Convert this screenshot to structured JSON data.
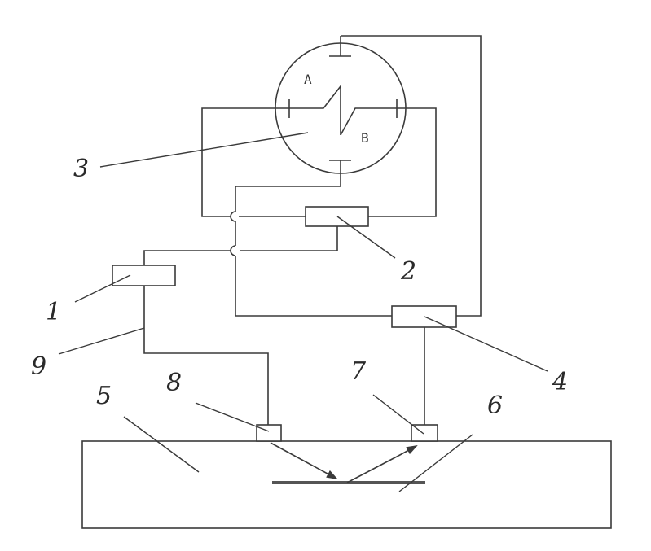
{
  "labels": {
    "n1": "1",
    "n2": "2",
    "n3": "3",
    "n4": "4",
    "n5": "5",
    "n6": "6",
    "n7": "7",
    "n8": "8",
    "n9": "9"
  },
  "scope": {
    "trace_a": "A",
    "trace_b": "B"
  },
  "colors": {
    "line": "#3a3a3a",
    "background": "#ffffff",
    "text": "#2a2a2a"
  }
}
